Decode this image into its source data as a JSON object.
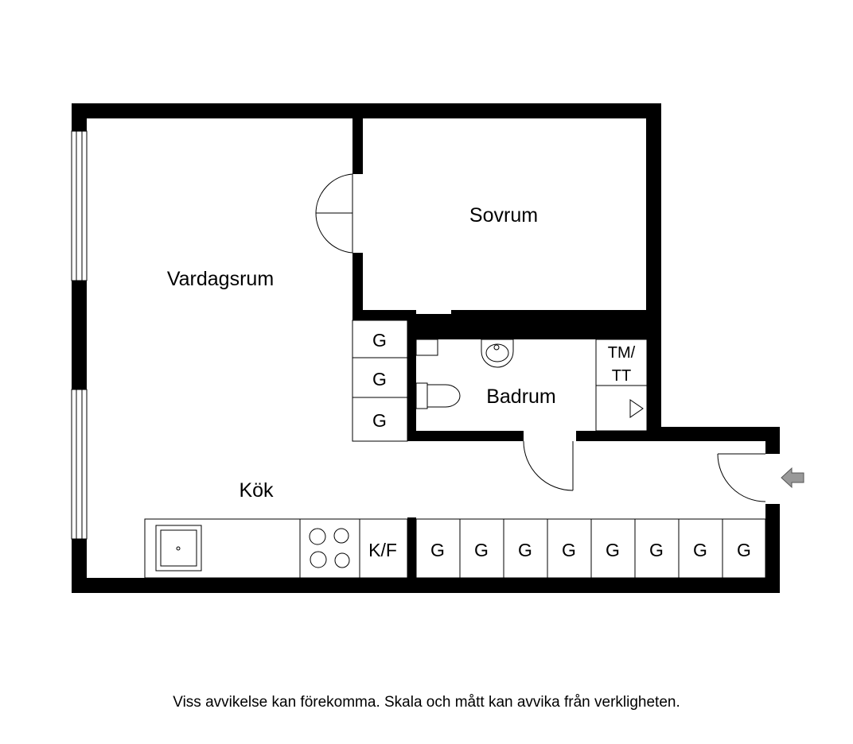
{
  "rooms": {
    "vardagsrum": "Vardagsrum",
    "sovrum": "Sovrum",
    "badrum": "Badrum",
    "kok": "Kök"
  },
  "labels": {
    "wardrobe": "G",
    "fridge_freezer": "K/F",
    "washer_line1": "TM/",
    "washer_line2": "TT"
  },
  "disclaimer": "Viss avvikelse kan förekomma. Skala och mått kan avvika från verkligheten."
}
